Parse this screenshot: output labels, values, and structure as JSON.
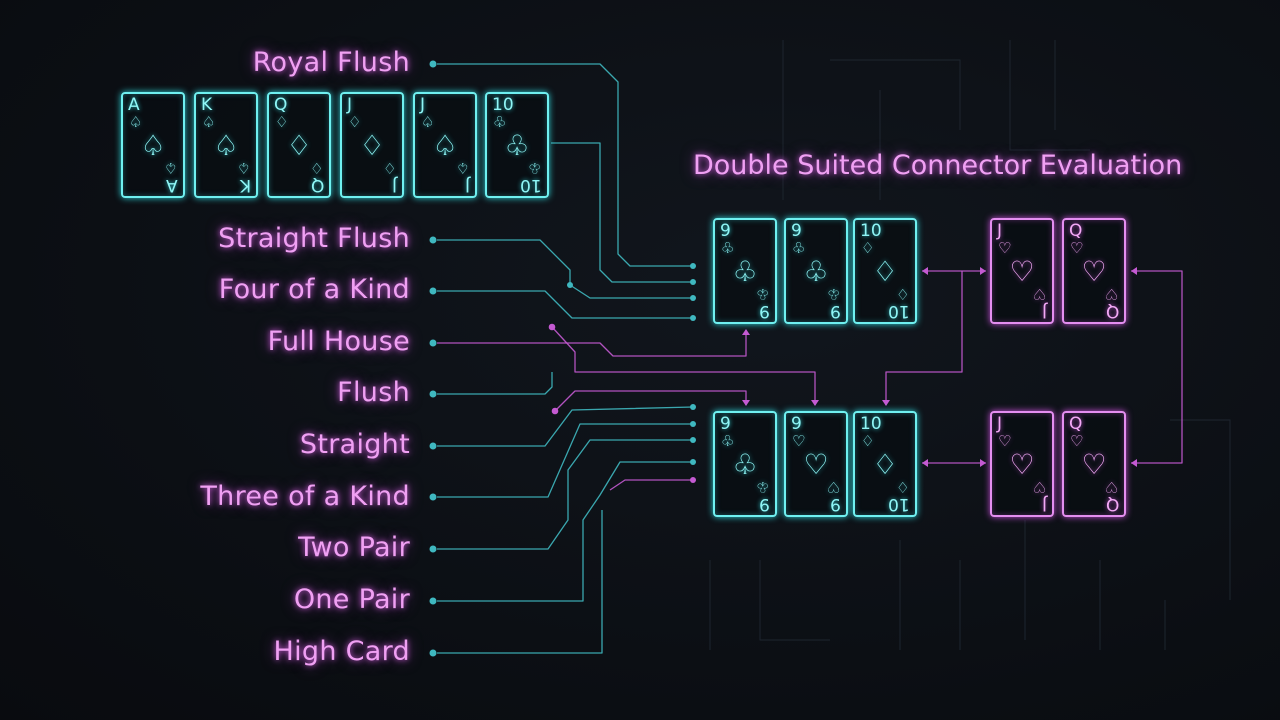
{
  "title": "Double Suited Connector Evaluation",
  "hand_rankings": [
    "Royal Flush",
    "Straight Flush",
    "Four of a Kind",
    "Full House",
    "Flush",
    "Straight",
    "Three of a Kind",
    "Two Pair",
    "One Pair",
    "High Card"
  ],
  "royal_row": [
    {
      "rank": "A",
      "suit": "spade",
      "color": "cyan"
    },
    {
      "rank": "K",
      "suit": "spade",
      "color": "cyan"
    },
    {
      "rank": "Q",
      "suit": "diamond",
      "color": "cyan"
    },
    {
      "rank": "J",
      "suit": "diamond",
      "color": "cyan"
    },
    {
      "rank": "J",
      "suit": "spade",
      "color": "cyan"
    },
    {
      "rank": "10",
      "suit": "club",
      "color": "cyan"
    }
  ],
  "board_top": [
    {
      "rank": "9",
      "suit": "club",
      "color": "cyan"
    },
    {
      "rank": "9",
      "suit": "club",
      "color": "cyan"
    },
    {
      "rank": "10",
      "suit": "diamond",
      "color": "cyan"
    },
    {
      "rank": "J",
      "suit": "heart",
      "color": "pink"
    },
    {
      "rank": "Q",
      "suit": "heart",
      "color": "pink"
    }
  ],
  "board_bottom": [
    {
      "rank": "9",
      "suit": "club",
      "color": "cyan"
    },
    {
      "rank": "9",
      "suit": "heart",
      "color": "cyan"
    },
    {
      "rank": "10",
      "suit": "diamond",
      "color": "cyan"
    },
    {
      "rank": "J",
      "suit": "heart",
      "color": "pink"
    },
    {
      "rank": "Q",
      "suit": "heart",
      "color": "pink"
    }
  ],
  "colors": {
    "cyan": "#6ff0f0",
    "pink": "#e48ef0",
    "wire_cyan": "#3fb8c0",
    "wire_pink": "#c45ad2",
    "background": "#0c0f14"
  }
}
